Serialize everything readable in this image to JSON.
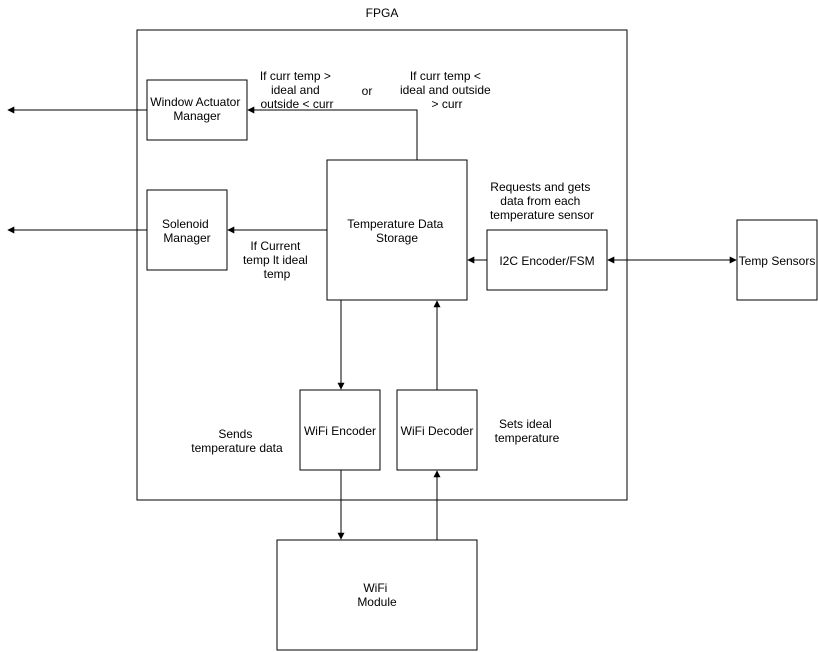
{
  "title": "FPGA",
  "blocks": {
    "window_actuator": [
      "Window Actuator",
      "Manager"
    ],
    "solenoid": [
      "Solenoid",
      "Manager"
    ],
    "temp_storage": [
      "Temperature Data",
      "Storage"
    ],
    "i2c": "I2C Encoder/FSM",
    "temp_sensors": "Temp Sensors",
    "wifi_encoder": "WiFi Encoder",
    "wifi_decoder": "WiFi Decoder",
    "wifi_module": [
      "WiFi",
      "Module"
    ]
  },
  "annotations": {
    "window_cond_1": [
      "If curr temp >",
      "ideal and",
      "outside < curr"
    ],
    "or": "or",
    "window_cond_2": [
      "If curr temp <",
      "ideal and outside",
      "> curr"
    ],
    "i2c_note": [
      "Requests and gets",
      "data from each",
      "temperature sensor"
    ],
    "solenoid_cond": [
      "If Current",
      "temp lt ideal",
      "temp"
    ],
    "sends": [
      "Sends",
      "temperature data"
    ],
    "sets": [
      "Sets ideal",
      "temperature"
    ]
  },
  "colors": {
    "stroke": "#000000",
    "fill": "#ffffff"
  }
}
